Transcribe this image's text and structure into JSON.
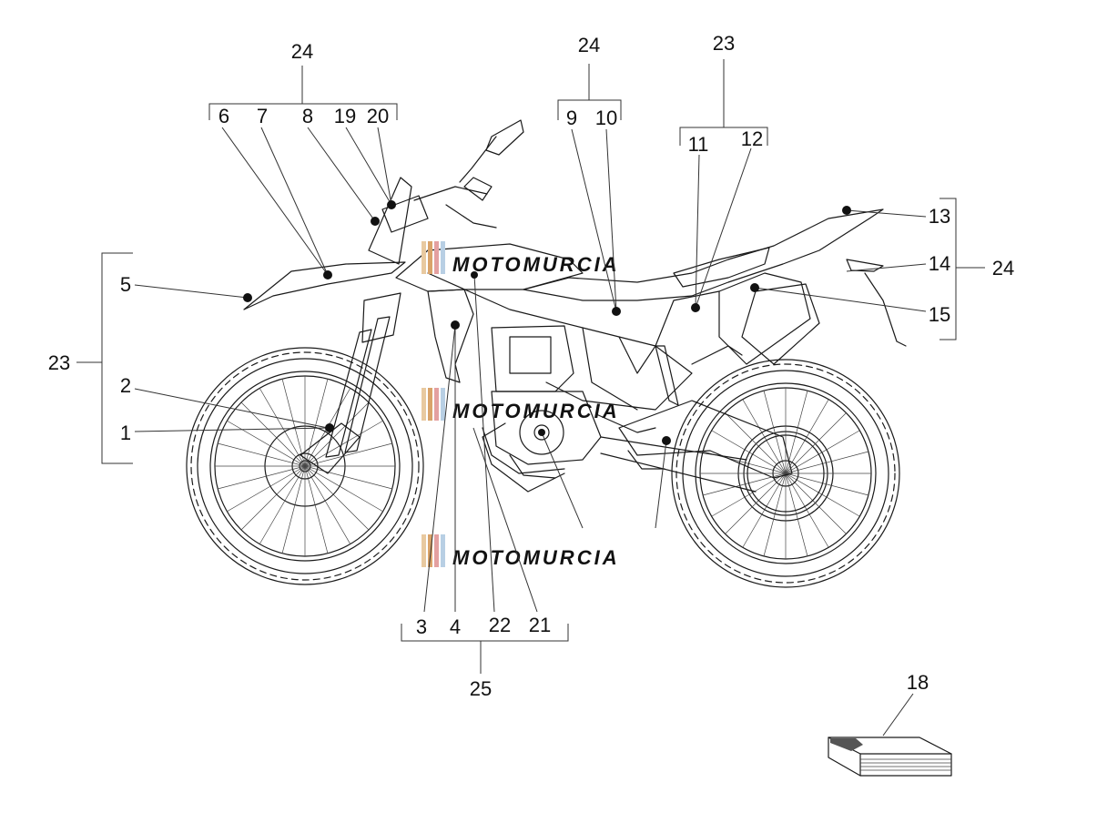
{
  "watermark": "MOTOMURCIA",
  "callouts": {
    "c1": "1",
    "c2": "2",
    "c3": "3",
    "c4": "4",
    "c5": "5",
    "c6": "6",
    "c7": "7",
    "c8": "8",
    "c9": "9",
    "c10": "10",
    "c11": "11",
    "c12": "12",
    "c13": "13",
    "c14": "14",
    "c15": "15",
    "c18": "18",
    "c19": "19",
    "c20": "20",
    "c21": "21",
    "c22": "22"
  },
  "groups": {
    "top_left_24": "24",
    "top_mid_24": "24",
    "top_right_23": "23",
    "left_23": "23",
    "right_24": "24",
    "bottom_25": "25"
  }
}
